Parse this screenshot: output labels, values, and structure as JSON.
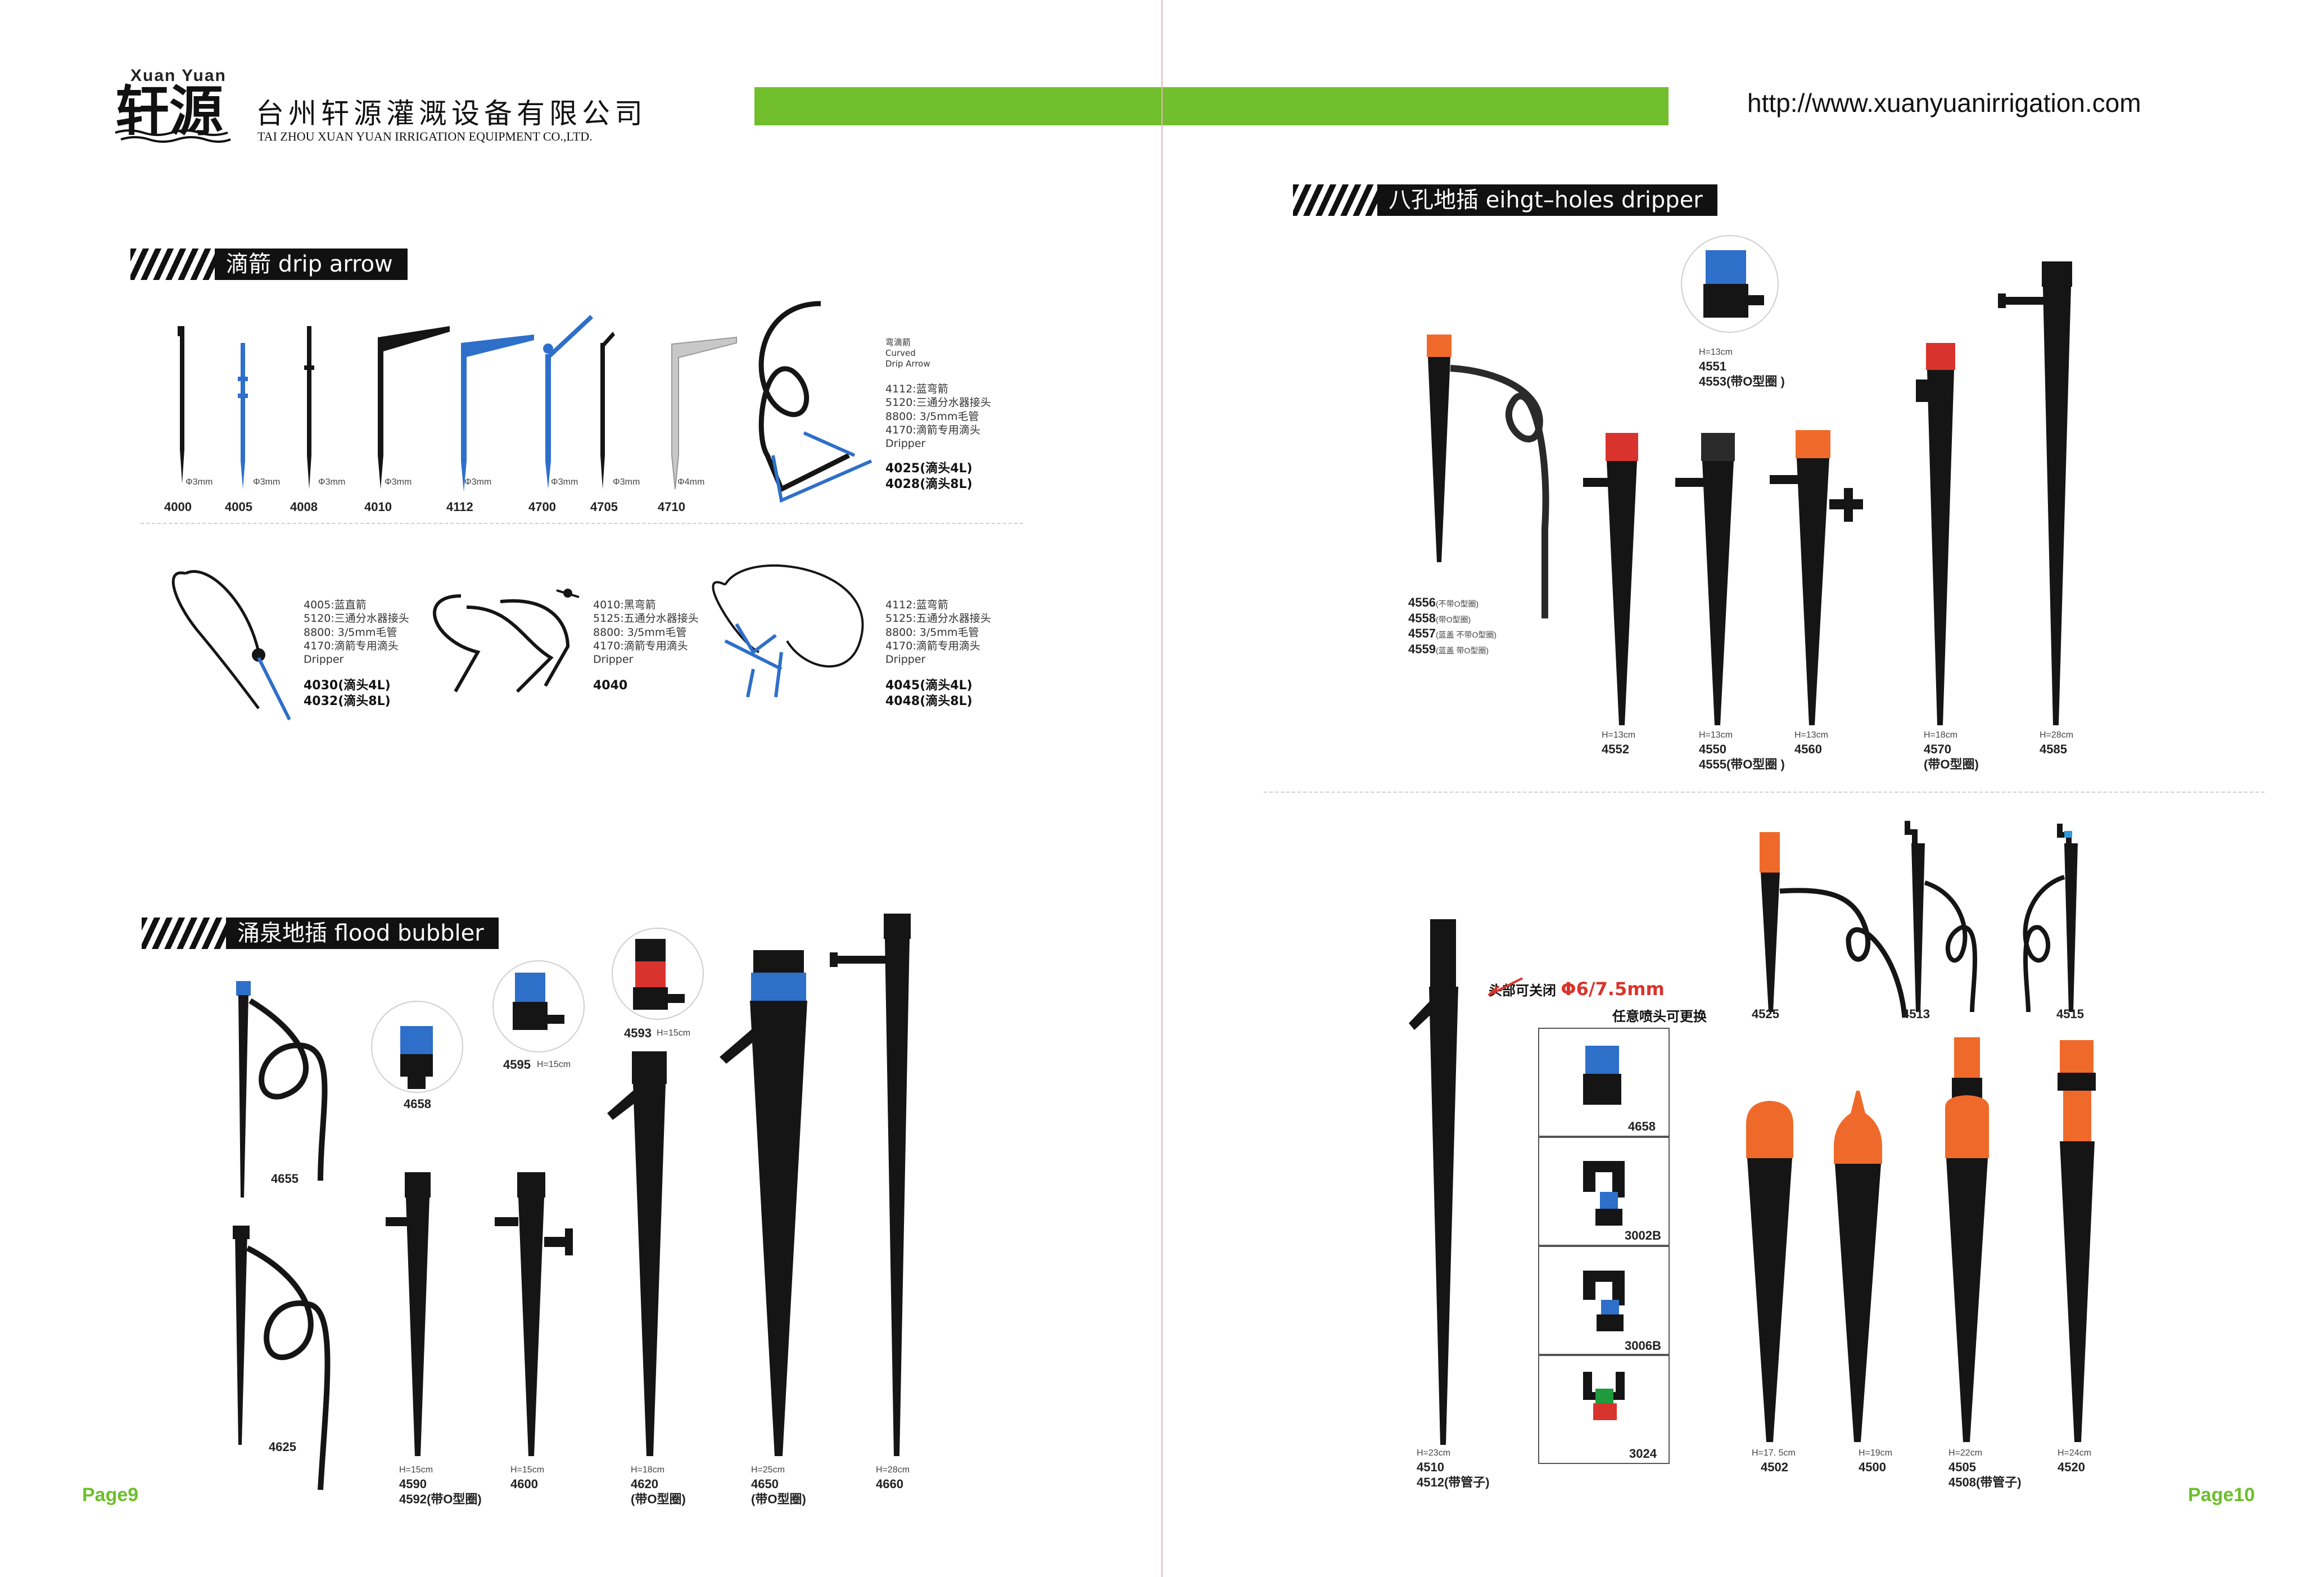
{
  "header": {
    "logo_latin": "Xuan   Yuan",
    "logo_mark": "轩源",
    "company_cn": "台州轩源灌溉设备有限公司",
    "company_en": "TAI ZHOU XUAN YUAN IRRIGATION EQUIPMENT CO.,LTD.",
    "url": "http://www.xuanyuanirrigation.com"
  },
  "colors": {
    "accent_green": "#72bf2e",
    "stake_black": "#151515",
    "blue": "#2e6fc9",
    "red": "#d8342d",
    "orange": "#ef6a2a"
  },
  "left_page": {
    "drip_arrow": {
      "title": "滴箭 drip arrow",
      "items": [
        {
          "code": "4000",
          "dia": "Φ3mm"
        },
        {
          "code": "4005",
          "dia": "Φ3mm"
        },
        {
          "code": "4008",
          "dia": "Φ3mm"
        },
        {
          "code": "4010",
          "dia": "Φ3mm"
        },
        {
          "code": "4112",
          "dia": "Φ3mm"
        },
        {
          "code": "4700",
          "dia": "Φ3mm"
        },
        {
          "code": "4705",
          "dia": "Φ3mm"
        },
        {
          "code": "4710",
          "dia": "Φ4mm"
        }
      ],
      "curved": {
        "label1": "弯滴箭",
        "label2": "Curved",
        "label3": "Drip Arrow",
        "lines": [
          "4112:蓝弯箭",
          "5120:三通分水器接头",
          "8800: 3/5mm毛管",
          "4170:滴箭专用滴头",
          "Dripper"
        ],
        "codes": [
          "4025(滴头4L)",
          "4028(滴头8L)"
        ]
      },
      "kits": [
        {
          "lines": [
            "4005:蓝直箭",
            "5120:三通分水器接头",
            "8800: 3/5mm毛管",
            "4170:滴箭专用滴头",
            "Dripper"
          ],
          "codes": [
            "4030(滴头4L)",
            "4032(滴头8L)"
          ]
        },
        {
          "lines": [
            "4010:黑弯箭",
            "5125:五通分水器接头",
            "8800: 3/5mm毛管",
            "4170:滴箭专用滴头",
            "Dripper"
          ],
          "codes": [
            "4040"
          ]
        },
        {
          "lines": [
            "4112:蓝弯箭",
            "5125:五通分水器接头",
            "8800: 3/5mm毛管",
            "4170:滴箭专用滴头",
            "Dripper"
          ],
          "codes": [
            "4045(滴头4L)",
            "4048(滴头8L)"
          ]
        }
      ]
    },
    "flood_bubbler": {
      "title": "涌泉地插  flood bubbler",
      "items": {
        "b4655": "4655",
        "b4625": "4625",
        "b4658": "4658",
        "b4595": "4595",
        "b4595_h": "H=15cm",
        "b4593": "4593",
        "b4593_h": "H=15cm",
        "b4590_h": "H=15cm",
        "b4590": "4590",
        "b4590b": "4592(带O型圈)",
        "b4600_h": "H=15cm",
        "b4600": "4600",
        "b4620_h": "H=18cm",
        "b4620": "4620",
        "b4620b": "(带O型圈)",
        "b4650_h": "H=25cm",
        "b4650": "4650",
        "b4650b": "(带O型圈)",
        "b4660_h": "H=28cm",
        "b4660": "4660"
      }
    },
    "page_number": "Page9"
  },
  "right_page": {
    "eight_holes": {
      "title": "八孔地插  eihgt–holes dripper",
      "items": {
        "e4551_h": "H=13cm",
        "e4551": "4551",
        "e4553": "4553(带O型圈 )",
        "e4556": "4556",
        "e4556n": "(不带O型圈)",
        "e4558": "4558",
        "e4558n": "(带O型圈)",
        "e4557": "4557",
        "e4557n": "(蓝盖 不带O型圈)",
        "e4559": "4559",
        "e4559n": "(蓝盖 带O型圈)",
        "e4552_h": "H=13cm",
        "e4552": "4552",
        "e4550_h": "H=13cm",
        "e4550": "4550",
        "e4555": "4555(带O型圈 )",
        "e4560_h": "H=13cm",
        "e4560": "4560",
        "e4570_h": "H=18cm",
        "e4570": "4570",
        "e4570b": "(带O型圈)",
        "e4585_h": "H=28cm",
        "e4585": "4585"
      }
    },
    "lower": {
      "note1": "头部可关闭",
      "note_dia": "Φ6/7.5mm",
      "note2": "任意喷头可更换",
      "heads": [
        "4658",
        "3002B",
        "3006B",
        "3024"
      ],
      "r4510_h": "H=23cm",
      "r4510": "4510",
      "r4512": "4512(带管子)",
      "r4525": "4525",
      "r4513": "4513",
      "r4515": "4515",
      "r4502_h": "H=17. 5cm",
      "r4502": "4502",
      "r4500_h": "H=19cm",
      "r4500": "4500",
      "r4505_h": "H=22cm",
      "r4505": "4505",
      "r4508": "4508(带管子)",
      "r4520_h": "H=24cm",
      "r4520": "4520"
    },
    "page_number": "Page10"
  }
}
